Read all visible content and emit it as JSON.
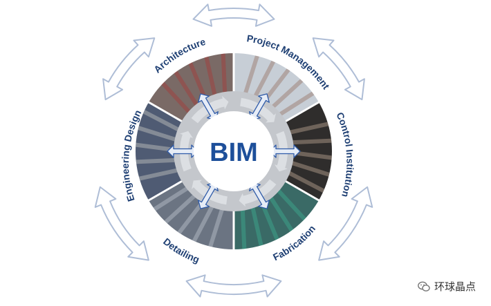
{
  "diagram": {
    "center": "BIM",
    "segments": [
      {
        "label": "Architecture",
        "photo_color": "#7a6a66",
        "accent": "#b52a2a"
      },
      {
        "label": "Project Management",
        "photo_color": "#c7ced6",
        "accent": "#8a5a44"
      },
      {
        "label": "Control Institution",
        "photo_color": "#2f2d2c",
        "accent": "#e6c9b3"
      },
      {
        "label": "Fabrication",
        "photo_color": "#3a6a66",
        "accent": "#3fbf9f"
      },
      {
        "label": "Detailing",
        "photo_color": "#6b7482",
        "accent": "#d8dde6"
      },
      {
        "label": "Engineering Design",
        "photo_color": "#4f5b73",
        "accent": "#e8e4d8"
      }
    ],
    "colors": {
      "label": "#1e3f73",
      "center_text": "#1d4f9a",
      "outer_arrow_stroke": "#aebdd6",
      "inner_ring": "#c4c7cc",
      "inner_arrow_fill": "#e6ecf6",
      "inner_arrow_stroke": "#2e5aa8"
    }
  },
  "watermark": {
    "text": "环球晶点",
    "icon": "wechat-icon"
  }
}
